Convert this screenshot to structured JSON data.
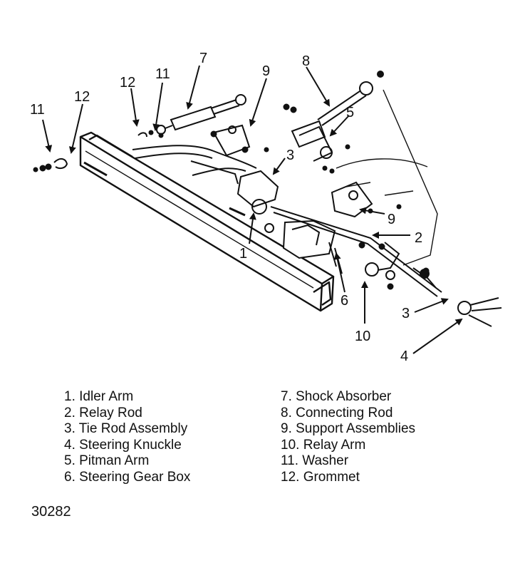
{
  "callouts": {
    "c1": "1",
    "c2": "2",
    "c3a": "3",
    "c3b": "3",
    "c4": "4",
    "c5": "5",
    "c6": "6",
    "c7": "7",
    "c8": "8",
    "c9a": "9",
    "c9b": "9",
    "c10": "10",
    "c11a": "11",
    "c11b": "11",
    "c12a": "12",
    "c12b": "12"
  },
  "legend": {
    "left": [
      "1. Idler Arm",
      "2. Relay Rod",
      "3. Tie Rod Assembly",
      "4. Steering Knuckle",
      "5. Pitman Arm",
      "6. Steering Gear Box"
    ],
    "right": [
      "7. Shock Absorber",
      "8. Connecting Rod",
      "9. Support Assemblies",
      "10. Relay Arm",
      "11. Washer",
      "12. Grommet"
    ]
  },
  "figure_id": "30282"
}
